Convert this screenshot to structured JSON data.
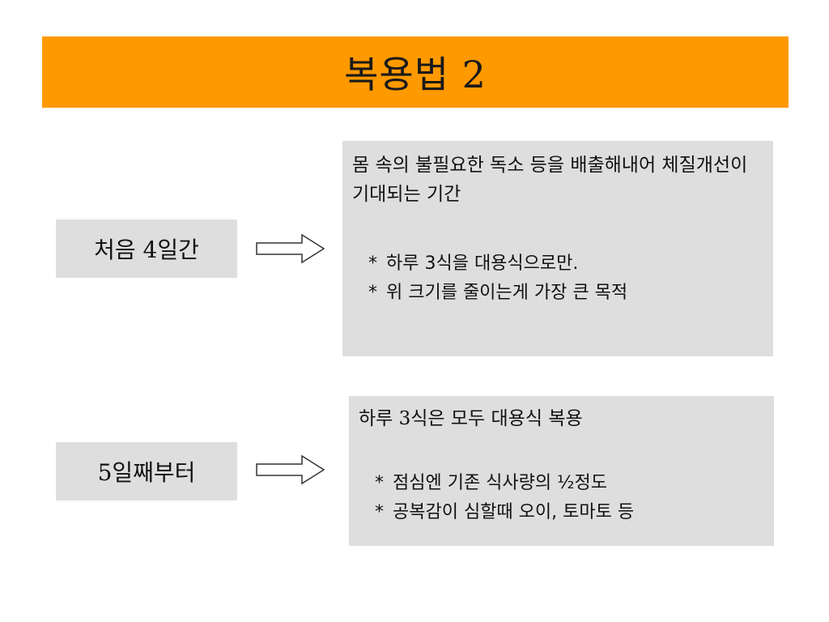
{
  "slide": {
    "title": "복용법 2",
    "title_bar_color": "#ff9900",
    "sections": [
      {
        "label": "처음 4일간",
        "arrow_icon": "right-arrow-outline-icon",
        "lead": "몸 속의 불필요한 독소 등을 배출해내어 체질개선이 기대되는 기간",
        "bullets": [
          {
            "mark": "*",
            "text": "하루 3식을 대용식으로만."
          },
          {
            "mark": "*",
            "text": "위 크기를 줄이는게 가장 큰 목적"
          }
        ]
      },
      {
        "label": "5일째부터",
        "arrow_icon": "right-arrow-outline-icon",
        "lead": "하루 3식은 모두 대용식 복용",
        "bullets": [
          {
            "mark": "*",
            "text": "점심엔 기존 식사량의 ½정도"
          },
          {
            "mark": "*",
            "text": "공복감이 심할때 오이, 토마토 등"
          }
        ]
      }
    ]
  }
}
